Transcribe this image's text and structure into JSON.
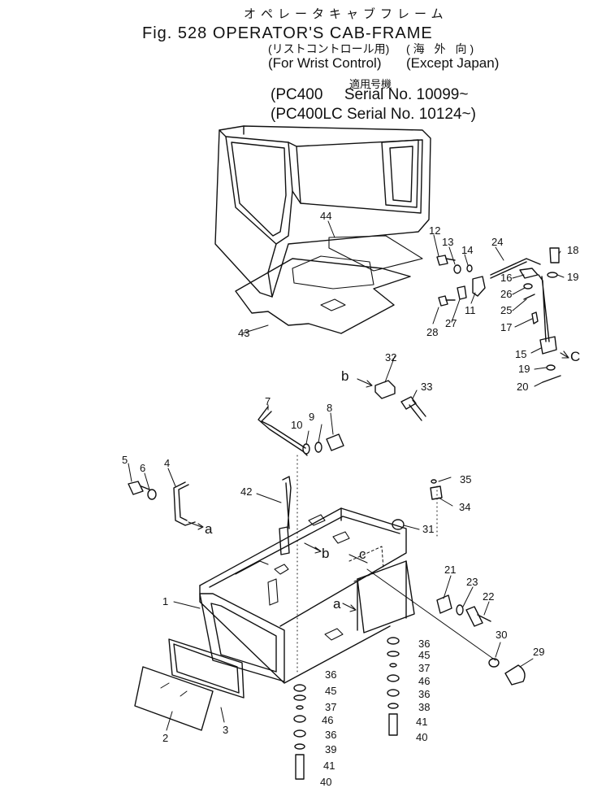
{
  "header": {
    "title_jp": "オペレータキャブフレーム",
    "title": "Fig. 528 OPERATOR'S CAB-FRAME",
    "wrist_jp": "リストコントロール用",
    "wrist": "For Wrist Control",
    "export_jp": "海 外 向",
    "export": "Except Japan",
    "applicable_jp": "適用号機",
    "serial_1": "PC400     Serial No. 10099~",
    "serial_2": "PC400LC Serial No. 10124~"
  },
  "callouts": [
    {
      "id": "c1",
      "text": "1"
    },
    {
      "id": "c2",
      "text": "2"
    },
    {
      "id": "c3",
      "text": "3"
    },
    {
      "id": "c4",
      "text": "4"
    },
    {
      "id": "c5",
      "text": "5"
    },
    {
      "id": "c6",
      "text": "6"
    },
    {
      "id": "c7",
      "text": "7"
    },
    {
      "id": "c8",
      "text": "8"
    },
    {
      "id": "c9",
      "text": "9"
    },
    {
      "id": "c10",
      "text": "10"
    },
    {
      "id": "c11",
      "text": "11"
    },
    {
      "id": "c12",
      "text": "12"
    },
    {
      "id": "c13",
      "text": "13"
    },
    {
      "id": "c14",
      "text": "14"
    },
    {
      "id": "c15",
      "text": "15"
    },
    {
      "id": "c16",
      "text": "16"
    },
    {
      "id": "c17",
      "text": "17"
    },
    {
      "id": "c18",
      "text": "18"
    },
    {
      "id": "c19a",
      "text": "19"
    },
    {
      "id": "c19b",
      "text": "19"
    },
    {
      "id": "c20",
      "text": "20"
    },
    {
      "id": "c21",
      "text": "21"
    },
    {
      "id": "c22",
      "text": "22"
    },
    {
      "id": "c23",
      "text": "23"
    },
    {
      "id": "c24",
      "text": "24"
    },
    {
      "id": "c25",
      "text": "25"
    },
    {
      "id": "c26",
      "text": "26"
    },
    {
      "id": "c27",
      "text": "27"
    },
    {
      "id": "c28",
      "text": "28"
    },
    {
      "id": "c29",
      "text": "29"
    },
    {
      "id": "c30",
      "text": "30"
    },
    {
      "id": "c31",
      "text": "31"
    },
    {
      "id": "c32",
      "text": "32"
    },
    {
      "id": "c33",
      "text": "33"
    },
    {
      "id": "c34",
      "text": "34"
    },
    {
      "id": "c35",
      "text": "35"
    },
    {
      "id": "c36a",
      "text": "36"
    },
    {
      "id": "c36b",
      "text": "36"
    },
    {
      "id": "c36c",
      "text": "36"
    },
    {
      "id": "c36d",
      "text": "36"
    },
    {
      "id": "c37a",
      "text": "37"
    },
    {
      "id": "c37b",
      "text": "37"
    },
    {
      "id": "c38",
      "text": "38"
    },
    {
      "id": "c39",
      "text": "39"
    },
    {
      "id": "c40a",
      "text": "40"
    },
    {
      "id": "c40b",
      "text": "40"
    },
    {
      "id": "c41a",
      "text": "41"
    },
    {
      "id": "c41b",
      "text": "41"
    },
    {
      "id": "c42",
      "text": "42"
    },
    {
      "id": "c43",
      "text": "43"
    },
    {
      "id": "c44",
      "text": "44"
    },
    {
      "id": "c45a",
      "text": "45"
    },
    {
      "id": "c45b",
      "text": "45"
    },
    {
      "id": "c46a",
      "text": "46"
    },
    {
      "id": "c46b",
      "text": "46"
    },
    {
      "id": "ref_a1",
      "text": "a"
    },
    {
      "id": "ref_a2",
      "text": "a"
    },
    {
      "id": "ref_b1",
      "text": "b"
    },
    {
      "id": "ref_b2",
      "text": "b"
    },
    {
      "id": "ref_c1",
      "text": "c"
    },
    {
      "id": "ref_c2",
      "text": "C"
    }
  ]
}
